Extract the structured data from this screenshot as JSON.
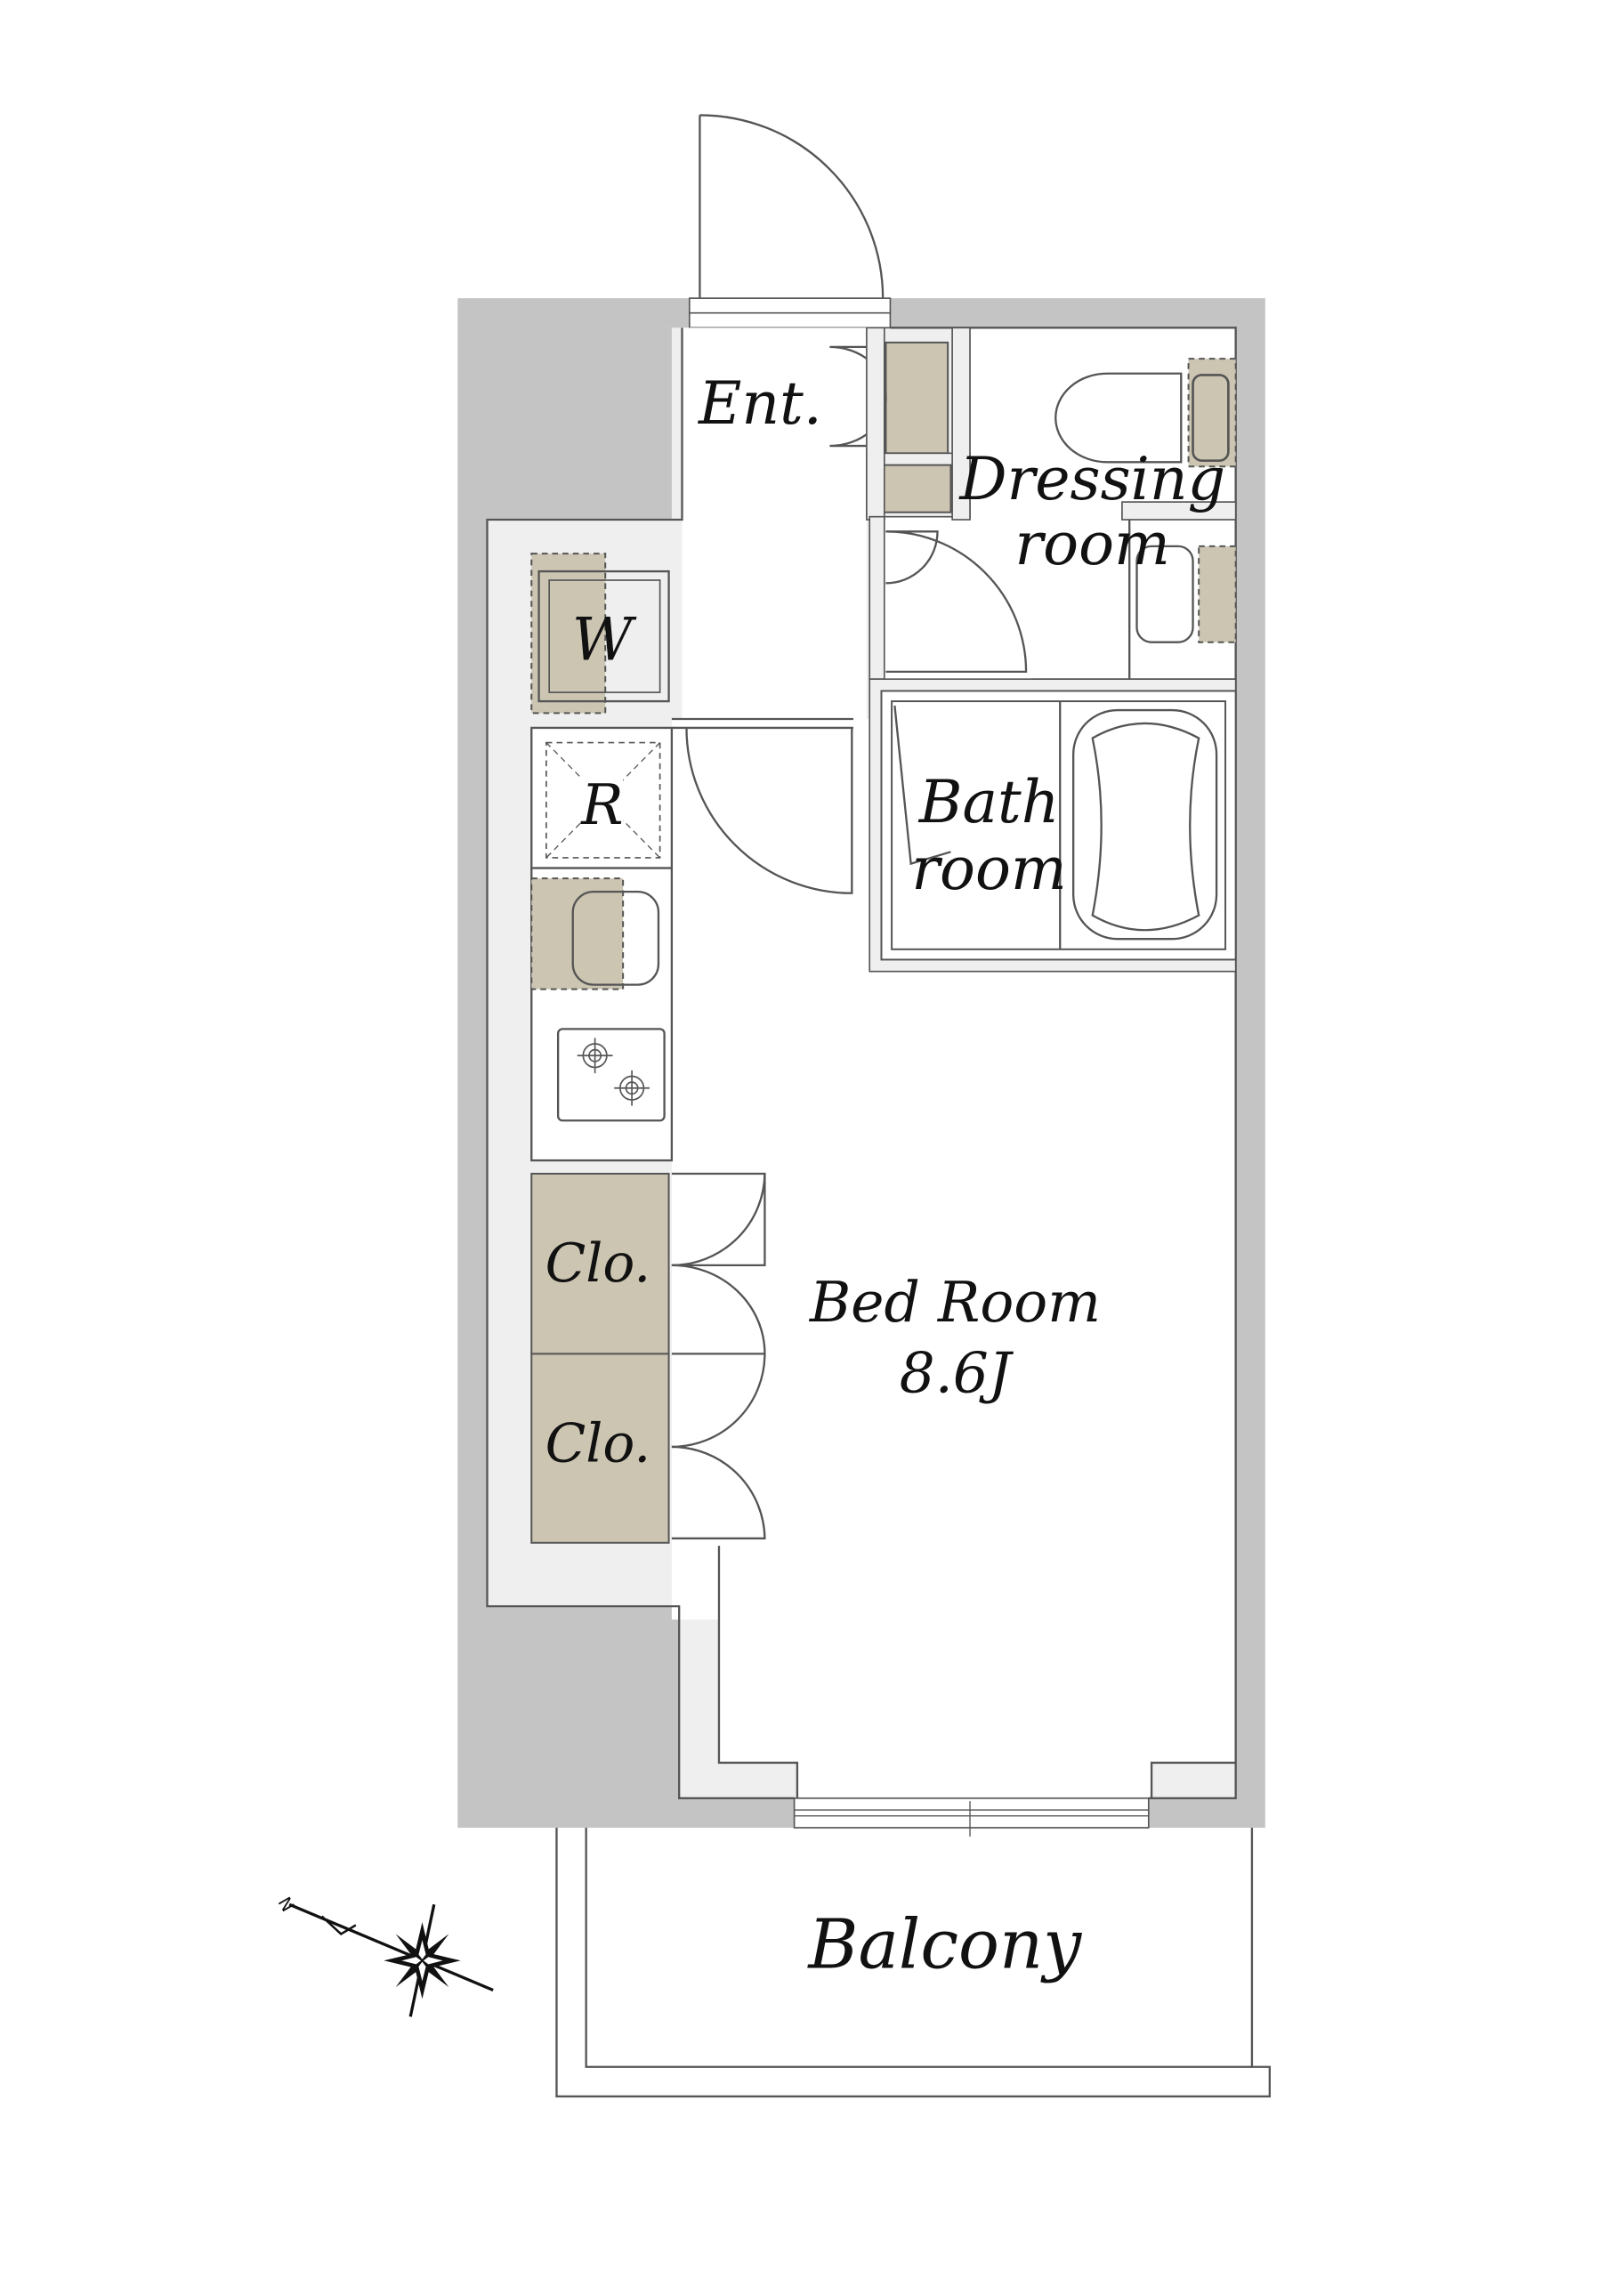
{
  "floorplan": {
    "rooms": {
      "entrance": "Ent.",
      "dressing_line1": "Dressing",
      "dressing_line2": "room",
      "bath_line1": "Bath",
      "bath_line2": "room",
      "bedroom_line1": "Bed Room",
      "bedroom_line2": "8.6J",
      "balcony": "Balcony"
    },
    "fixtures": {
      "washer": "W",
      "refrigerator": "R",
      "closet_1": "Clo.",
      "closet_2": "Clo."
    },
    "compass": {
      "north_label": "N"
    },
    "colors": {
      "wall": "#c4c4c4",
      "inner_wall": "#efefef",
      "storage": "#ccc5b1",
      "line": "#555555"
    }
  }
}
